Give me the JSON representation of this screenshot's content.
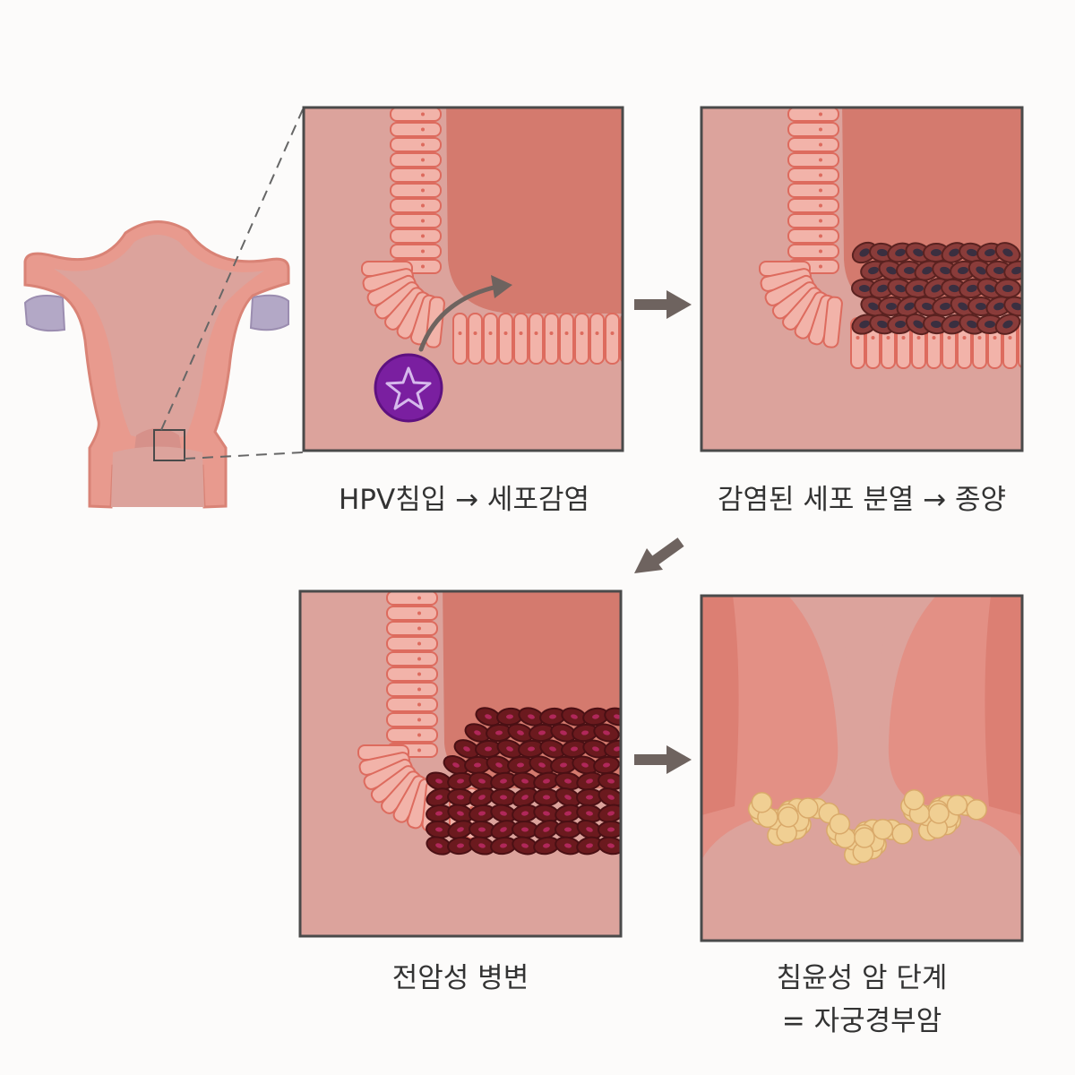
{
  "captions": {
    "stage1": "HPV침입 → 세포감염",
    "stage2": "감염된 세포 분열 → 종양",
    "stage3": "전암성 병변",
    "stage4_line1": "침윤성 암 단계",
    "stage4_line2": "= 자궁경부암"
  },
  "colors": {
    "background": "#fcfbfa",
    "tissue": "#dca39c",
    "lumen": "#d47a6e",
    "cell_fill": "#f2b3a9",
    "cell_outline": "#dd6b5e",
    "border": "#4a4a4a",
    "arrow": "#6e635f",
    "tumor_cell": "#8a3c3a",
    "tumor_nucleus": "#3a2f40",
    "lesion_cell": "#6b1a1e",
    "lesion_nucleus": "#b0285a",
    "cancer": "#f0cf93",
    "virus": "#7a1fa0"
  },
  "icons": {
    "virus": "hpv-virus-icon",
    "arrow": "process-arrow-icon"
  }
}
